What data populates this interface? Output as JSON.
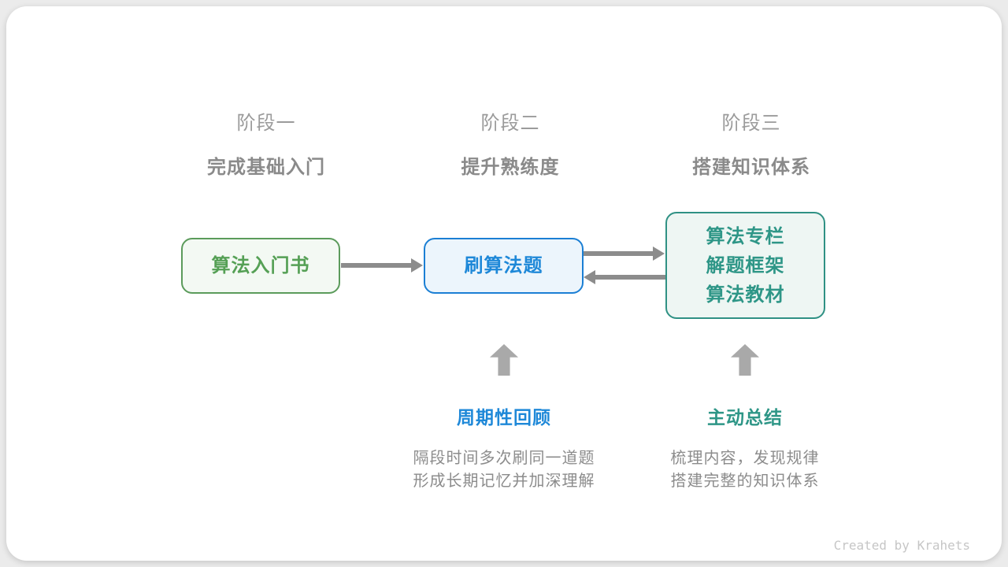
{
  "stages": [
    {
      "label": "阶段一",
      "title": "完成基础入门"
    },
    {
      "label": "阶段二",
      "title": "提升熟练度"
    },
    {
      "label": "阶段三",
      "title": "搭建知识体系"
    }
  ],
  "nodes": {
    "intro_book": {
      "label": "算法入门书"
    },
    "practice": {
      "label": "刷算法题"
    },
    "advanced": {
      "line1": "算法专栏",
      "line2": "解题框架",
      "line3": "算法教材"
    }
  },
  "annotations": {
    "review": {
      "title": "周期性回顾",
      "desc1": "隔段时间多次刷同一道题",
      "desc2": "形成长期记忆并加深理解"
    },
    "summarize": {
      "title": "主动总结",
      "desc1": "梳理内容，发现规律",
      "desc2": "搭建完整的知识体系"
    }
  },
  "footer": {
    "credit": "Created by Krahets"
  },
  "colors": {
    "background": "#ebebeb",
    "card": "#ffffff",
    "stage_label": "#9b9b9b",
    "stage_title": "#8a8a8a",
    "green_border": "#5b9b5b",
    "green_text": "#55a055",
    "green_fill": "#f3f9f3",
    "blue_border": "#1b7fd4",
    "blue_text": "#1e88d8",
    "blue_fill": "#ecf5fc",
    "teal_border": "#2f9184",
    "teal_text": "#2e9687",
    "teal_fill": "#eef6f3",
    "arrow": "#8c8c8c",
    "block_arrow": "#a9a9a9",
    "description_text": "#8c8c8c",
    "credit_text": "#c6c6c6"
  }
}
